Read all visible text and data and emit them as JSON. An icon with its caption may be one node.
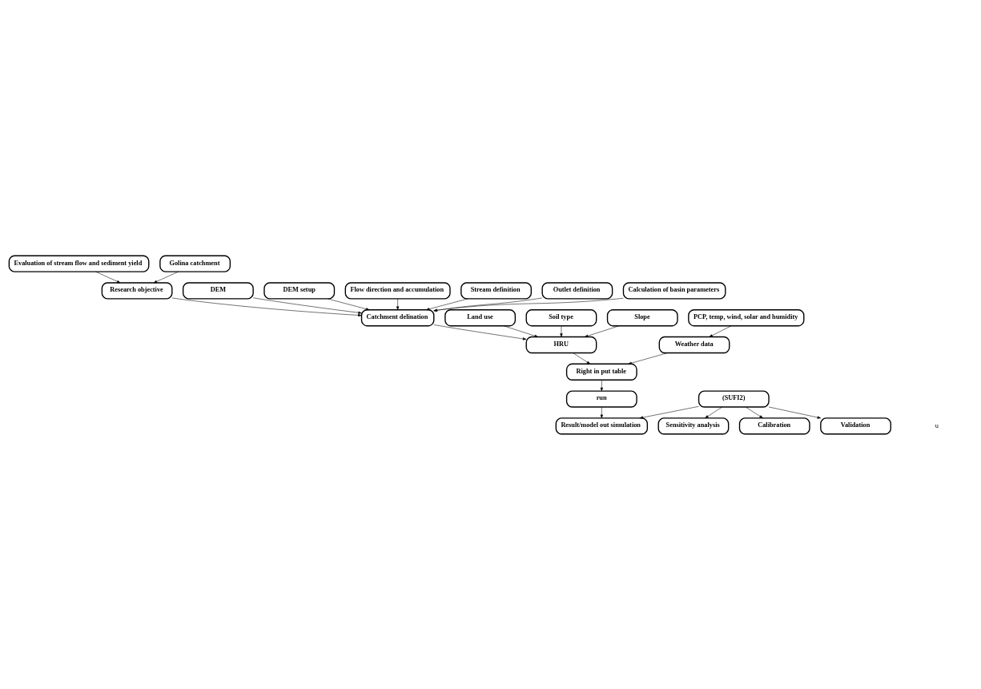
{
  "diagram": {
    "nodes": [
      {
        "text": [
          "Evaluation of stream flow and sediment yield"
        ]
      },
      {
        "text": [
          "Golina catchment"
        ]
      },
      {
        "text": [
          "DEM"
        ]
      },
      {
        "text": [
          "Research objective"
        ]
      },
      {
        "text": [
          "Land use"
        ]
      },
      {
        "text": [
          "DEM setup"
        ]
      },
      {
        "text": [
          "Catchment delination"
        ]
      },
      {
        "text": [
          "Soil type"
        ]
      },
      {
        "text": [
          "HRU"
        ]
      },
      {
        "text": [
          "Slope"
        ]
      },
      {
        "text": [
          "Flow direction and accumulation"
        ]
      },
      {
        "text": [
          "Right in put table"
        ]
      },
      {
        "text": [
          "Weather data"
        ]
      },
      {
        "text": [
          "Stream definition"
        ]
      },
      {
        "text": [
          "run"
        ]
      },
      {
        "text": [
          "PCP, temp, wind, solar and humidity"
        ]
      },
      {
        "text": [
          "Outlet definition"
        ]
      },
      {
        "text": [
          "Result/model out simulation"
        ]
      },
      {
        "text": [
          "(SUFI2)"
        ]
      },
      {
        "text": [
          "Calculation of basin parameters"
        ]
      },
      {
        "text": [
          "Sensitivity analysis"
        ]
      },
      {
        "text": [
          "Calibration"
        ]
      },
      {
        "text": [
          "Validation"
        ]
      }
    ],
    "edges": [
      {
        "from": 0,
        "to": 3,
        "arrow": "to"
      },
      {
        "from": 1,
        "to": 3,
        "arrow": "to"
      },
      {
        "from": 2,
        "to": 6,
        "arrow": "to"
      },
      {
        "from": 3,
        "to": 6,
        "arrow": "to"
      },
      {
        "from": 5,
        "to": 6,
        "arrow": "to"
      },
      {
        "from": 10,
        "to": 6,
        "arrow": "to"
      },
      {
        "from": 13,
        "to": 6,
        "arrow": "to"
      },
      {
        "from": 16,
        "to": 6,
        "arrow": "to"
      },
      {
        "from": 19,
        "to": 6,
        "arrow": "to"
      },
      {
        "from": 6,
        "to": 8,
        "arrow": "to"
      },
      {
        "from": 4,
        "to": 8,
        "arrow": "to"
      },
      {
        "from": 7,
        "to": 8,
        "arrow": "to"
      },
      {
        "from": 9,
        "to": 8,
        "arrow": "to"
      },
      {
        "from": 8,
        "to": 11,
        "arrow": "to"
      },
      {
        "from": 12,
        "to": 11,
        "arrow": "to"
      },
      {
        "from": 11,
        "to": 14,
        "arrow": "to"
      },
      {
        "from": 15,
        "to": 12,
        "arrow": "to"
      },
      {
        "from": 14,
        "to": 17,
        "arrow": "to"
      },
      {
        "from": 18,
        "to": 17,
        "arrow": "to"
      },
      {
        "from": 18,
        "to": 20,
        "arrow": "to"
      },
      {
        "from": 18,
        "to": 21,
        "arrow": "to"
      },
      {
        "from": 18,
        "to": 22,
        "arrow": "to"
      }
    ],
    "labels": [
      "u"
    ]
  }
}
